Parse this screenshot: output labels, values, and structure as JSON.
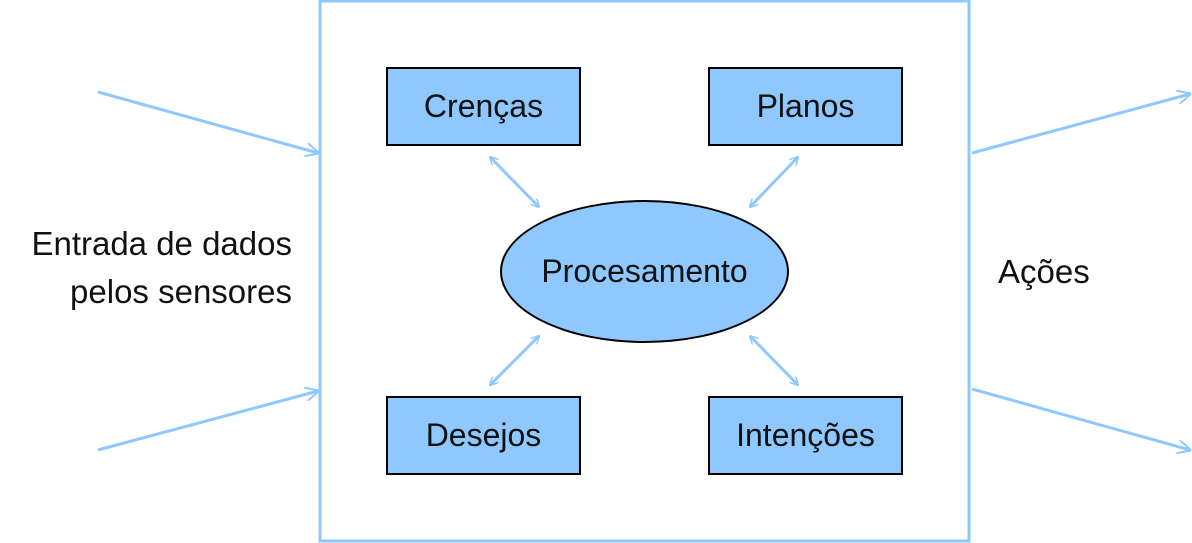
{
  "input_label": [
    "Entrada de dados",
    "pelos sensores"
  ],
  "output_label": "Ações",
  "center": "Procesamento",
  "nodes": {
    "beliefs": "Crenças",
    "plans": "Planos",
    "desires": "Desejos",
    "intentions": "Intenções"
  },
  "colors": {
    "arrow": "#8ec8ff",
    "fill": "#8ec8ff",
    "frame": "#8ec8ff"
  }
}
